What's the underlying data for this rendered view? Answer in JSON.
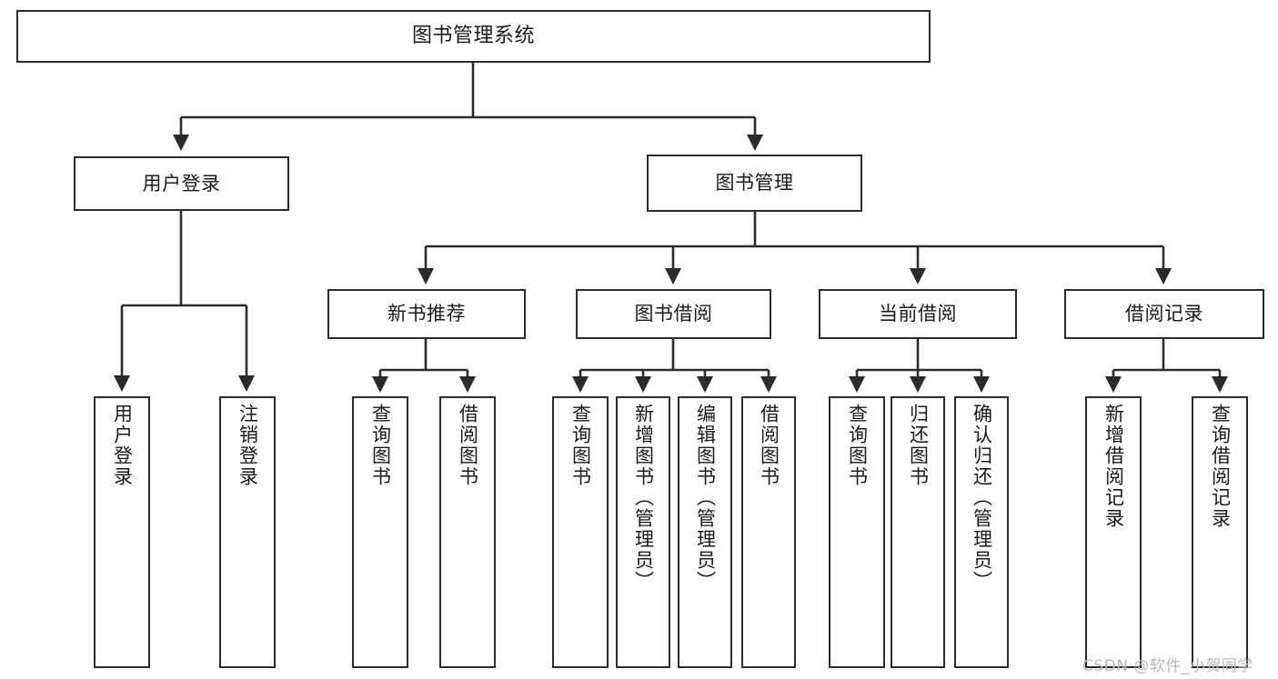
{
  "diagram": {
    "title": "图书管理系统",
    "type": "功能结构图",
    "colors": {
      "box_border": "#2b2b2b",
      "box_fill": "#ffffff",
      "edge": "#2b2b2b",
      "text": "#1a1a1a",
      "watermark": "#b9b9b9",
      "background": "#ffffff"
    }
  },
  "watermark": {
    "text": "CSDN @软件_小贺同学"
  },
  "nodes": {
    "root": {
      "label": "图书管理系统"
    },
    "level2": [
      {
        "id": "user-login",
        "label": "用户登录"
      },
      {
        "id": "book-manage",
        "label": "图书管理"
      }
    ],
    "level3": [
      {
        "id": "new-book-recommend",
        "label": "新书推荐"
      },
      {
        "id": "book-borrow",
        "label": "图书借阅"
      },
      {
        "id": "current-borrow",
        "label": "当前借阅"
      },
      {
        "id": "borrow-record",
        "label": "借阅记录"
      }
    ],
    "leaves": [
      {
        "id": "leaf-user-login",
        "label": "用户登录",
        "parent": "user-login"
      },
      {
        "id": "leaf-user-logout",
        "label": "注销登录",
        "parent": "user-login"
      },
      {
        "id": "leaf-query-book-1",
        "label": "查询图书",
        "parent": "new-book-recommend"
      },
      {
        "id": "leaf-borrow-book-1",
        "label": "借阅图书",
        "parent": "new-book-recommend"
      },
      {
        "id": "leaf-query-book-2",
        "label": "查询图书",
        "parent": "book-borrow"
      },
      {
        "id": "leaf-add-book",
        "label": "新增图书（管理员）",
        "parent": "book-borrow"
      },
      {
        "id": "leaf-edit-book",
        "label": "编辑图书（管理员）",
        "parent": "book-borrow"
      },
      {
        "id": "leaf-borrow-book-2",
        "label": "借阅图书",
        "parent": "book-borrow"
      },
      {
        "id": "leaf-query-book-3",
        "label": "查询图书",
        "parent": "current-borrow"
      },
      {
        "id": "leaf-return-book",
        "label": "归还图书",
        "parent": "current-borrow"
      },
      {
        "id": "leaf-confirm-return",
        "label": "确认归还（管理员）",
        "parent": "current-borrow"
      },
      {
        "id": "leaf-add-record",
        "label": "新增借阅记录",
        "parent": "borrow-record"
      },
      {
        "id": "leaf-query-record",
        "label": "查询借阅记录",
        "parent": "borrow-record"
      }
    ]
  },
  "tree": {
    "图书管理系统": {
      "用户登录": [
        "用户登录",
        "注销登录"
      ],
      "图书管理": {
        "新书推荐": [
          "查询图书",
          "借阅图书"
        ],
        "图书借阅": [
          "查询图书",
          "新增图书（管理员）",
          "编辑图书（管理员）",
          "借阅图书"
        ],
        "当前借阅": [
          "查询图书",
          "归还图书",
          "确认归还（管理员）"
        ],
        "借阅记录": [
          "新增借阅记录",
          "查询借阅记录"
        ]
      }
    }
  }
}
